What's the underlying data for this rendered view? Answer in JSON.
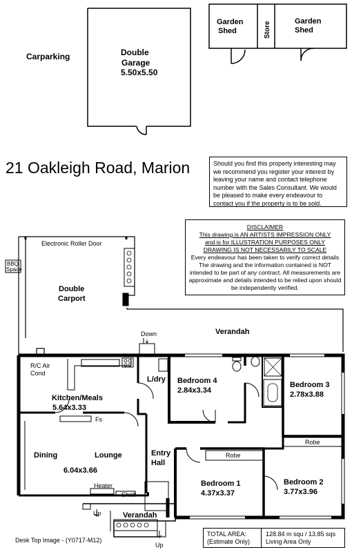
{
  "address": "21 Oakleigh Road, Marion",
  "notice": "Should you find this property interesting may we recommend you register your interest by leaving your name and contact telephone number with the Sales Consultant. We would be pleased to make every endeavour to contact you if the property is to be sold.",
  "disclaimer": {
    "heading": "DISCLAIMER",
    "line1": "This drawing is AN ARTISTS IMPRESSION ONLY",
    "line2": "and is for ILLUSTRATION PURPOSES ONLY",
    "line3": "DRAWING IS NOT NECESSARILY TO SCALE",
    "body": "Every endeavour has been taken to verify correct details The drawing and the information contained is NOT intended to be part of any contract. All measurements are approximate and details intended to be relied upon should be independently verified."
  },
  "outbuildings": {
    "carparking": "Carparking",
    "garage_name": "Double",
    "garage_name2": "Garage",
    "garage_size": "5.50x5.50",
    "shed1": "Garden",
    "shed1b": "Shed",
    "store": "Store",
    "shed2": "Garden",
    "shed2b": "Shed"
  },
  "rooms": {
    "roller_door": "Electronic Roller Door",
    "bbq": "BBQ",
    "bbq2": "Space",
    "carport": "Double",
    "carport2": "Carport",
    "verandah_top": "Verandah",
    "down": "Down",
    "aircon": "R/C Air",
    "aircon2": "Cond",
    "ldry": "L/dry",
    "kitchen": "Kitchen/Meals",
    "kitchen_size": "5.64x3.33",
    "fs": "Fs",
    "bed4": "Bedroom 4",
    "bed4_size": "2.84x3.34",
    "bed3": "Bedroom 3",
    "bed3_size": "2.78x3.88",
    "robe3": "Robe",
    "dining": "Dining",
    "lounge": "Lounge",
    "living_size": "6.04x3.66",
    "entry": "Entry",
    "entry2": "Hall",
    "robe1": "Robe",
    "bed1": "Bedroom 1",
    "bed1_size": "4.37x3.37",
    "bed2": "Bedroom 2",
    "bed2_size": "3.77x3.96",
    "heater": "Heater",
    "shelf": "Shelf",
    "up1": "Up",
    "verandah_bottom": "Verandah",
    "up2": "Up"
  },
  "area": {
    "label1": "TOTAL AREA:",
    "label2": "(Estimate Only)",
    "value1": "128.84 m squ / 13.85 sqs",
    "value2": "Living Area Only"
  },
  "footer": "Desk Top Image - (Y0717-M12)"
}
